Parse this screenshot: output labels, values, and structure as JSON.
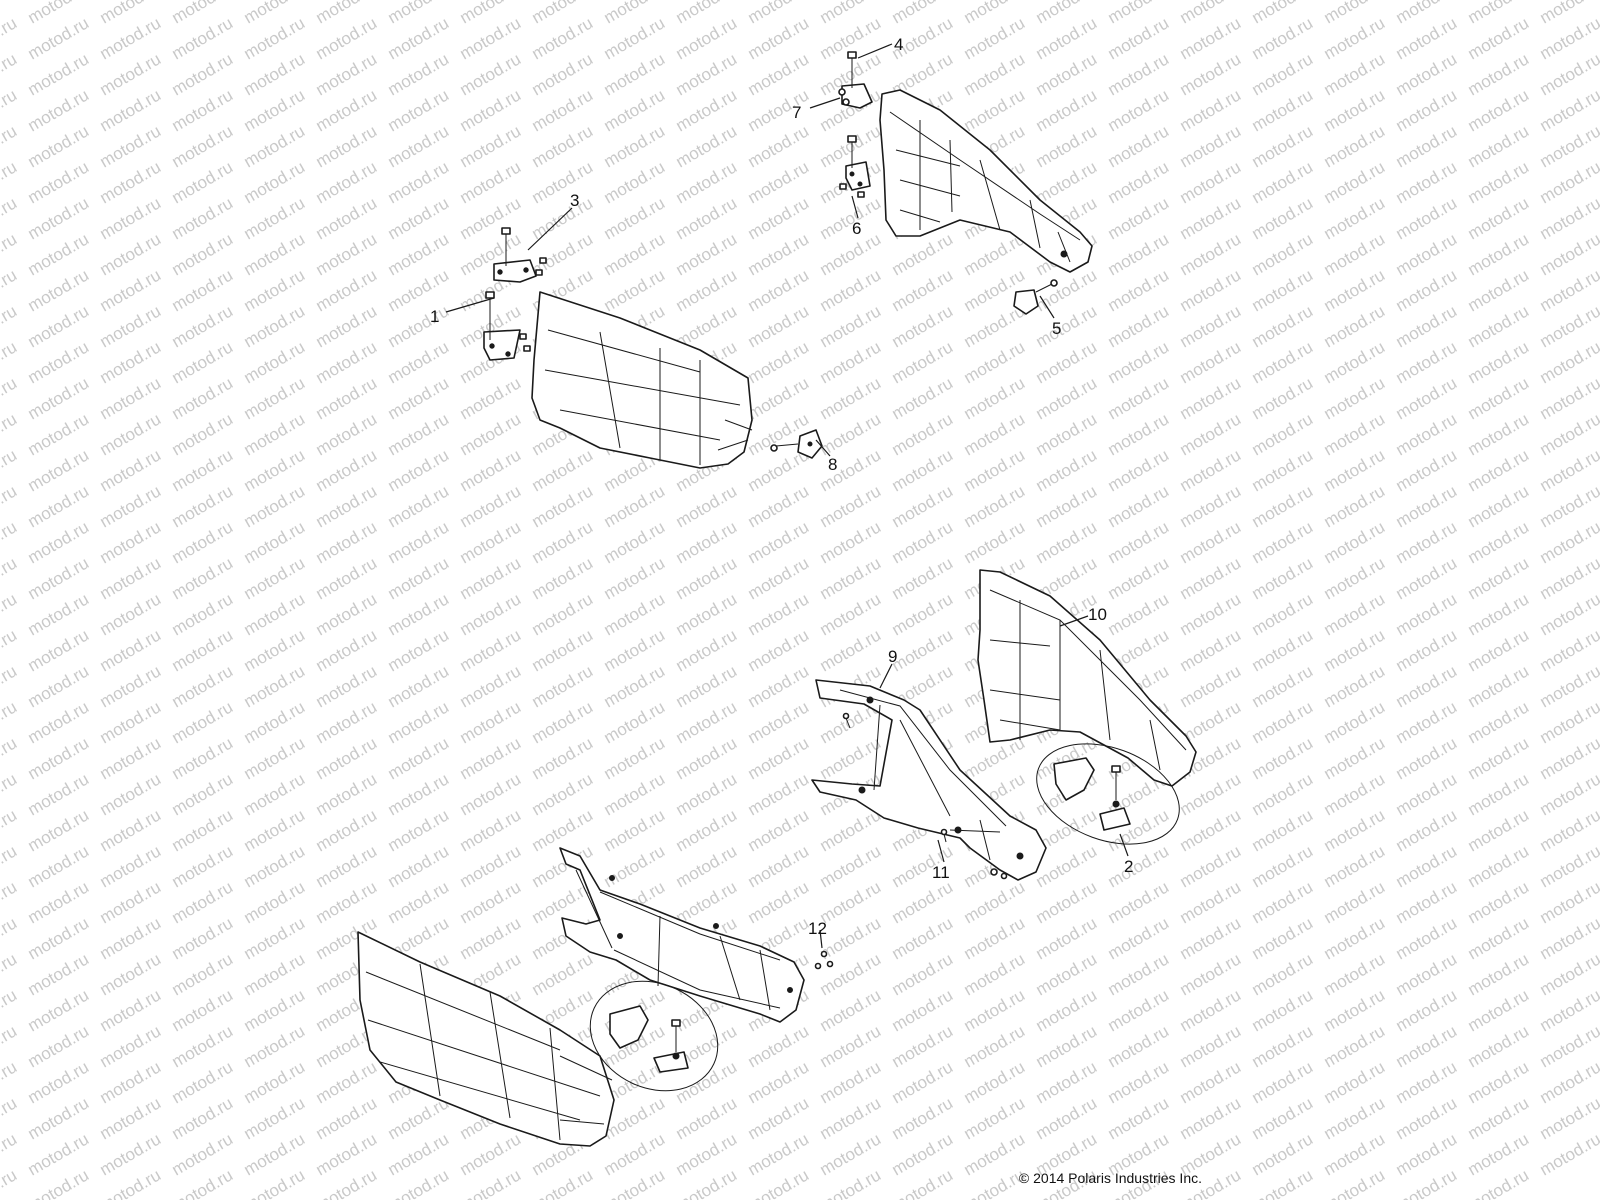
{
  "watermark": {
    "text": "motod.ru"
  },
  "callouts": [
    "1",
    "2",
    "3",
    "4",
    "5",
    "6",
    "7",
    "8",
    "9",
    "10",
    "11",
    "12"
  ],
  "copyright": "© 2014 Polaris Industries Inc."
}
